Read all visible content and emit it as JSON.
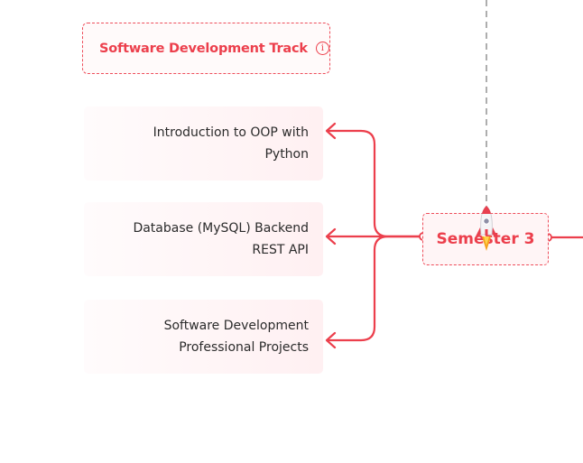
{
  "track": {
    "title": "Software Development Track",
    "info_icon": "info-icon"
  },
  "topics": [
    {
      "label": "Introduction to OOP with\nPython"
    },
    {
      "label": "Database (MySQL) Backend\nREST API"
    },
    {
      "label": "Software Development\nProfessional Projects"
    }
  ],
  "semester": {
    "label": "Semester 3"
  },
  "progress_marker": {
    "icon": "rocket-icon"
  },
  "colors": {
    "accent": "#ec3f4c",
    "card_bg": "#fff0f2",
    "text": "#2b2b2b",
    "dashed_line": "#9a9a9a"
  }
}
